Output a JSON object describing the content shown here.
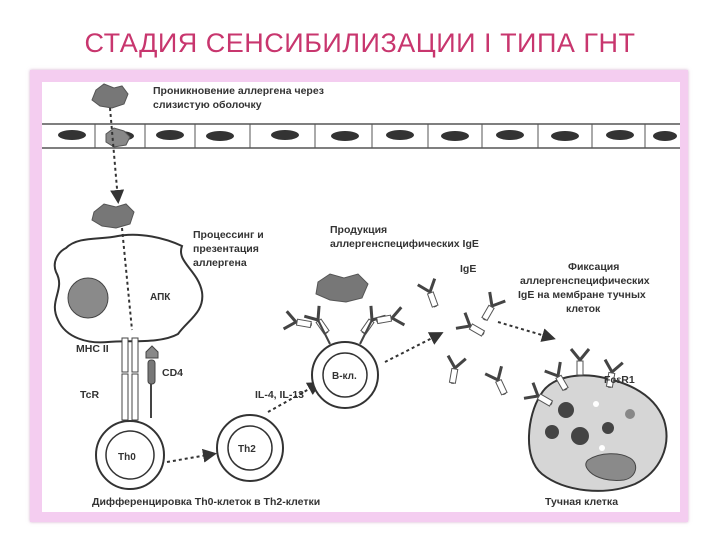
{
  "title": "СТАДИЯ СЕНСИБИЛИЗАЦИИ I ТИПА ГНТ",
  "labels": {
    "penetration_1": "Проникновение аллергена через",
    "penetration_2": "слизистую оболочку",
    "processing_1": "Процессинг и",
    "processing_2": "презентация",
    "processing_3": "аллергена",
    "apc": "АПК",
    "production_1": "Продукция",
    "production_2": "аллергенспецифических IgE",
    "ige": "IgE",
    "fixation_1": "Фиксация",
    "fixation_2": "аллергенспецифических",
    "fixation_3": "IgE на мембране тучных",
    "fixation_4": "клеток",
    "mhc": "MHC II",
    "tcr": "TcR",
    "cd4": "CD4",
    "th0": "Th0",
    "th2": "Th2",
    "interleukins": "IL-4, IL-13",
    "bcell": "В-кл.",
    "fcer": "FcεR1",
    "differentiation": "Дифференцировка Th0-клеток в Th2-клетки",
    "mast_cell": "Тучная клетка"
  }
}
